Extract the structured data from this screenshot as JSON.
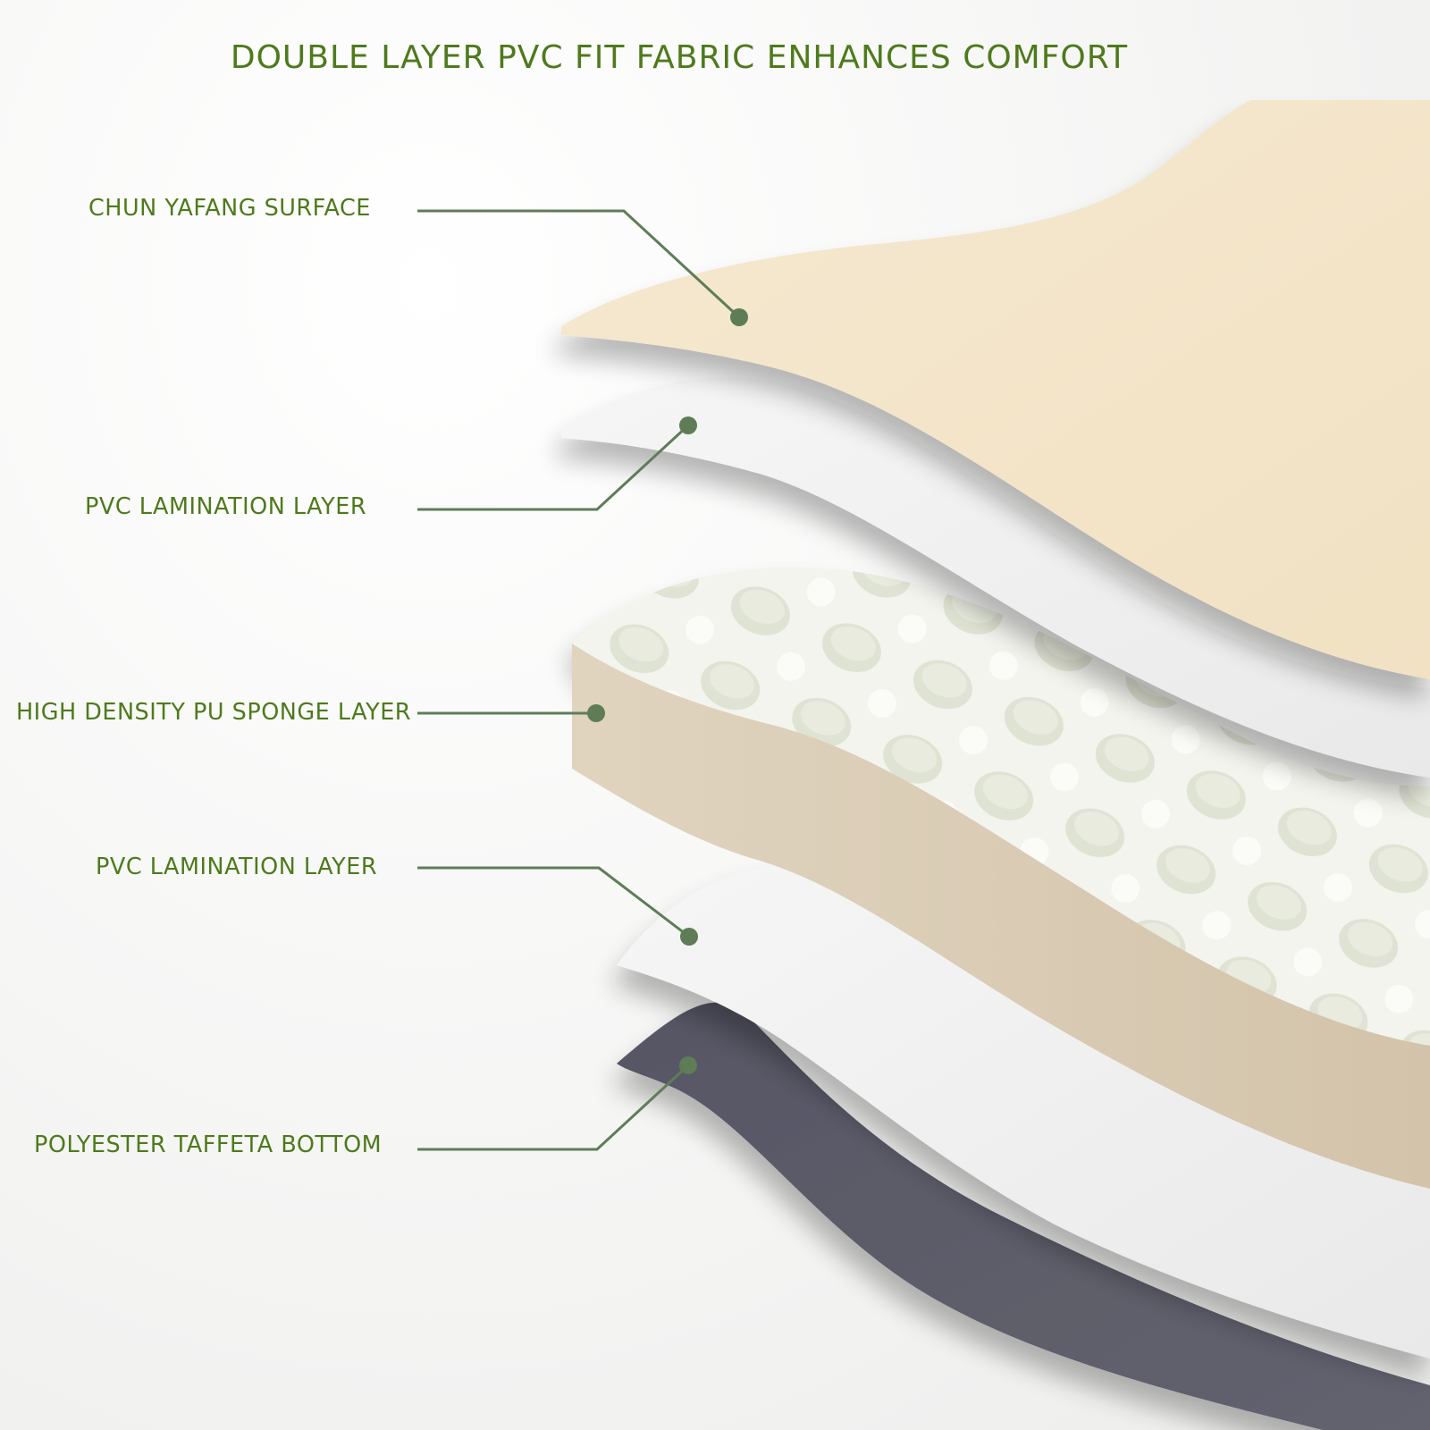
{
  "title": "DOUBLE LAYER PVC FIT FABRIC ENHANCES COMFORT",
  "colors": {
    "text": "#4e7a1c",
    "leader": "#5e7d57",
    "surface": "#f3e4c8",
    "pvc": "#f1f1f1",
    "sponge_edge": "#d6c8b2",
    "sponge_top": "#eef0e6",
    "taffeta": "#5d5d6b"
  },
  "layers": [
    {
      "id": "surface",
      "label": "CHUN YAFANG SURFACE"
    },
    {
      "id": "pvc-top",
      "label": "PVC LAMINATION LAYER"
    },
    {
      "id": "sponge",
      "label": "HIGH DENSITY PU SPONGE LAYER"
    },
    {
      "id": "pvc-bottom",
      "label": "PVC LAMINATION LAYER"
    },
    {
      "id": "taffeta",
      "label": "POLYESTER TAFFETA BOTTOM"
    }
  ]
}
